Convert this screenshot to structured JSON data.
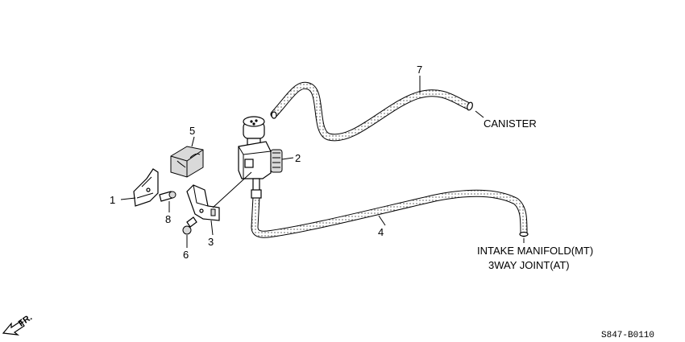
{
  "parts": {
    "p1": "1",
    "p2": "2",
    "p3": "3",
    "p4": "4",
    "p5": "5",
    "p6": "6",
    "p7": "7",
    "p8": "8"
  },
  "notes": {
    "canister": "CANISTER",
    "intake_line1": "INTAKE MANIFOLD(MT)",
    "intake_line2": "3WAY JOINT(AT)"
  },
  "direction": "FR.",
  "diagram_code": "S847-B0110"
}
